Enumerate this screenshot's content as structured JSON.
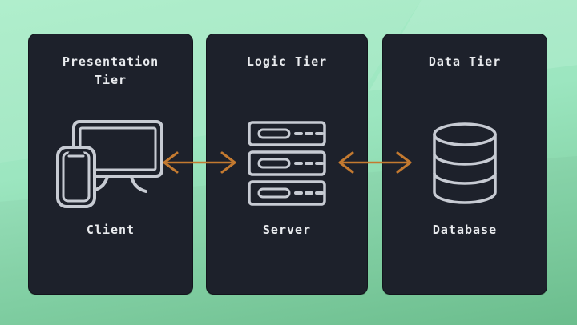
{
  "diagram": {
    "name": "three-tier-architecture",
    "tiers": [
      {
        "title": "Presentation Tier",
        "label": "Client",
        "icon": "client-devices-icon"
      },
      {
        "title": "Logic Tier",
        "label": "Server",
        "icon": "server-rack-icon"
      },
      {
        "title": "Data Tier",
        "label": "Database",
        "icon": "database-icon"
      }
    ],
    "connectors": [
      {
        "from": "Client",
        "to": "Server",
        "direction": "bidirectional"
      },
      {
        "from": "Server",
        "to": "Database",
        "direction": "bidirectional"
      }
    ],
    "colors": {
      "background_top": "#aaedc8",
      "background_bottom": "#6ec291",
      "panel": "#1d212b",
      "text": "#e9ebee",
      "icon_stroke": "#c7cbd3",
      "arrow": "#c47a30"
    }
  }
}
